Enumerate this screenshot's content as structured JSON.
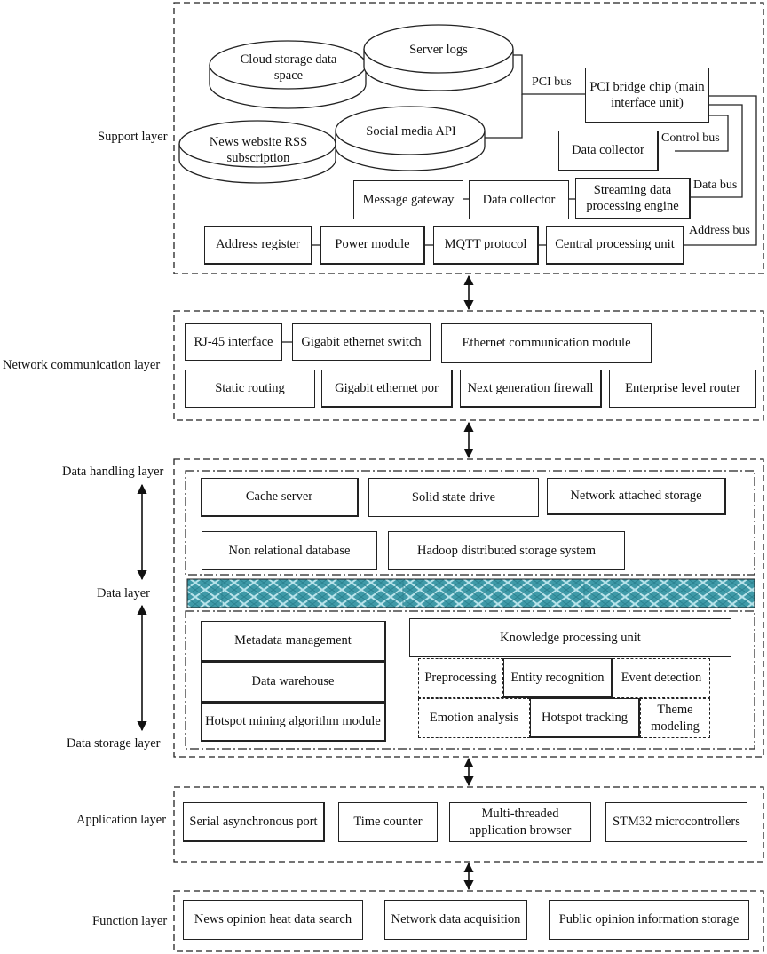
{
  "layers": {
    "support": "Support layer",
    "network": "Network communication layer",
    "handling": "Data handling layer",
    "data": "Data layer",
    "storage": "Data storage layer",
    "application": "Application layer",
    "function": "Function layer"
  },
  "support": {
    "cylinders": {
      "cloud": "Cloud storage data space",
      "server_logs": "Server logs",
      "rss": "News website RSS subscription",
      "social": "Social media API"
    },
    "pci_bridge": "PCI bridge chip (main interface unit)",
    "data_collector_top": "Data collector",
    "message_gateway": "Message gateway",
    "data_collector_mid": "Data collector",
    "streaming": "Streaming data processing engine",
    "address_register": "Address register",
    "power_module": "Power module",
    "mqtt": "MQTT protocol",
    "cpu": "Central processing unit",
    "buses": {
      "pci": "PCI bus",
      "control": "Control bus",
      "data": "Data bus",
      "address": "Address bus"
    }
  },
  "network": {
    "rj45": "RJ-45 interface",
    "switch": "Gigabit ethernet switch",
    "ethernet_module": "Ethernet communication module",
    "static_routing": "Static routing",
    "gigabit_port": "Gigabit ethernet por",
    "firewall": "Next generation firewall",
    "router": "Enterprise level router"
  },
  "handling": {
    "cache": "Cache server",
    "ssd": "Solid state drive",
    "nas": "Network attached storage",
    "nosql": "Non relational database",
    "hadoop": "Hadoop distributed storage system"
  },
  "storage": {
    "metadata": "Metadata management",
    "warehouse": "Data warehouse",
    "hotspot_algo": "Hotspot mining algorithm module",
    "kpu": "Knowledge processing unit",
    "preprocessing": "Preprocessing",
    "entity": "Entity recognition",
    "event": "Event detection",
    "emotion": "Emotion analysis",
    "hotspot_tracking": "Hotspot tracking",
    "theme": "Theme modeling"
  },
  "application": {
    "serial": "Serial asynchronous port",
    "timer": "Time counter",
    "browser": "Multi-threaded application browser",
    "stm32": "STM32 microcontrollers"
  },
  "function": {
    "search": "News opinion heat data search",
    "acquisition": "Network data acquisition",
    "storage": "Public opinion information storage"
  },
  "colors": {
    "stroke": "#222222",
    "band_fill": "#3f9aa8",
    "band_pattern": "#b8e3ea"
  }
}
